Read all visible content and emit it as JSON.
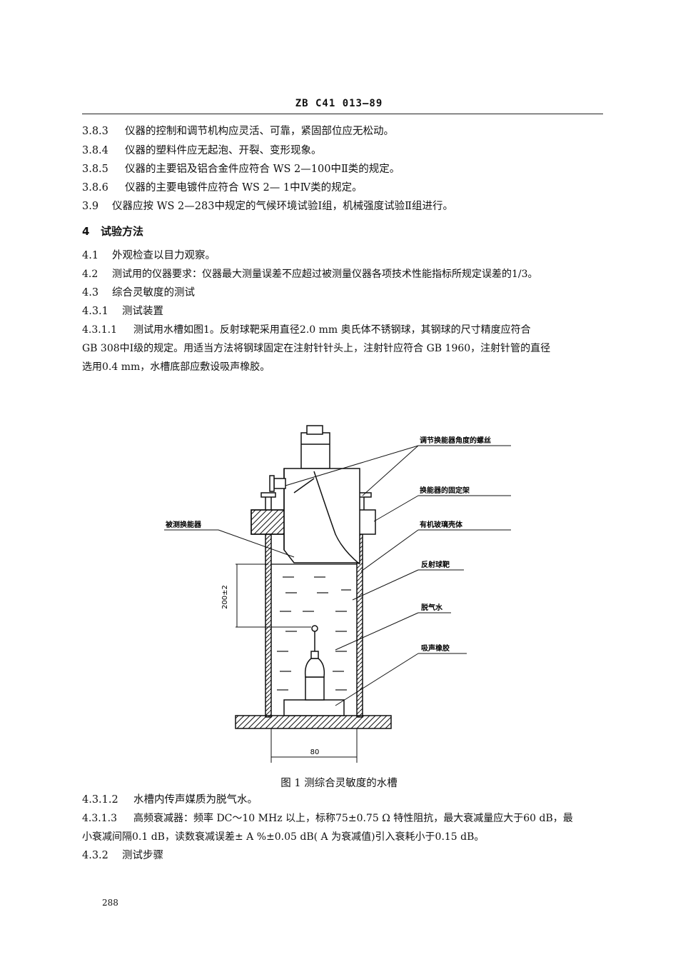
{
  "header": {
    "code": "ZB C41 013—89"
  },
  "items": [
    {
      "num": "3.8.3",
      "text": "仪器的控制和调节机构应灵活、可靠，紧固部位应无松动。"
    },
    {
      "num": "3.8.4",
      "text": "仪器的塑料件应无起泡、开裂、变形现象。"
    },
    {
      "num": "3.8.5",
      "text": "仪器的主要铝及铝合金件应符合 WS 2—100中Ⅱ类的规定。"
    },
    {
      "num": "3.8.6",
      "text": "仪器的主要电镀件应符合 WS 2— 1中Ⅳ类的规定。"
    },
    {
      "num": "3.9",
      "text": "仪器应按 WS 2—283中规定的气候环境试验Ⅰ组，机械强度试验Ⅱ组进行。"
    }
  ],
  "section4": {
    "num": "4",
    "title": "试验方法"
  },
  "items2": [
    {
      "num": "4.1",
      "text": "外观检查以目力观察。"
    },
    {
      "num": "4.2",
      "text": "测试用的仪器要求：仪器最大测量误差不应超过被测量仪器各项技术性能指标所规定误差的1/3。"
    },
    {
      "num": "4.3",
      "text": "综合灵敏度的测试"
    },
    {
      "num": "4.3.1",
      "text": "测试装置"
    }
  ],
  "p4311": {
    "num": "4.3.1.1",
    "line1": "测试用水槽如图1。反射球靶采用直径2.0 mm 奥氏体不锈钢球，其钢球的尺寸精度应符合",
    "line2": "GB 308中Ⅰ级的规定。用适当方法将钢球固定在注射针针头上，注射针应符合 GB 1960，注射针管的直径",
    "line3": "选用0.4 mm，水槽底部应敷设吸声橡胶。"
  },
  "figure": {
    "labels": {
      "screw": "调节换能器角度的螺丝",
      "holder": "换能器的固定架",
      "transducer": "被测换能器",
      "shell": "有机玻璃壳体",
      "target": "反射球靶",
      "water": "脱气水",
      "rubber": "吸声橡胶",
      "dim_height": "200±2",
      "dim_width": "80"
    },
    "caption": "图 1   测综合灵敏度的水槽"
  },
  "items3": [
    {
      "num": "4.3.1.2",
      "text": "水槽内传声媒质为脱气水。"
    }
  ],
  "p4313": {
    "num": "4.3.1.3",
    "line1": "高频衰减器：频率 DC～10 MHz 以上，标称75±0.75 Ω 特性阻抗，最大衰减量应大于60 dB，最",
    "line2": "小衰减间隔0.1 dB，读数衰减误差± A %±0.05 dB( A 为衰减值)引入衰耗小于0.15 dB。"
  },
  "items4": [
    {
      "num": "4.3.2",
      "text": "测试步骤"
    }
  ],
  "footer": {
    "page": "288"
  }
}
